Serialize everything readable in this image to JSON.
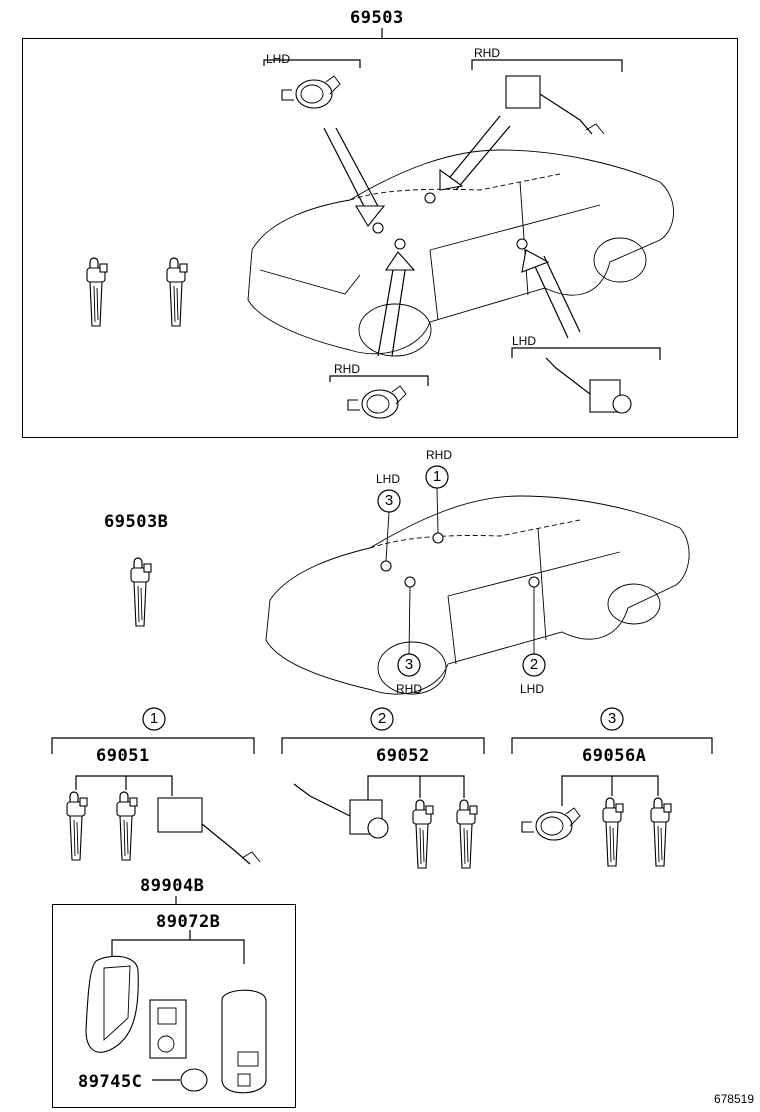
{
  "diagram": {
    "top_assembly": {
      "part_number": "69503",
      "callouts": {
        "lhd_front": "LHD",
        "rhd_top": "RHD",
        "rhd_bottom": "RHD",
        "lhd_door": "LHD"
      }
    },
    "key_only": {
      "part_number": "69503B"
    },
    "locator": {
      "rhd_1": "RHD",
      "lhd_3": "LHD",
      "rhd_3": "RHD",
      "lhd_2": "LHD",
      "circle_1": "1",
      "circle_2": "2",
      "circle_3": "3"
    },
    "groups": [
      {
        "index": "1",
        "part_number": "69051"
      },
      {
        "index": "2",
        "part_number": "69052"
      },
      {
        "index": "3",
        "part_number": "69056A"
      }
    ],
    "remote": {
      "assembly_number": "89904B",
      "transmitter_number": "89072B",
      "battery_number": "89745C"
    },
    "figure_id": "678519"
  }
}
